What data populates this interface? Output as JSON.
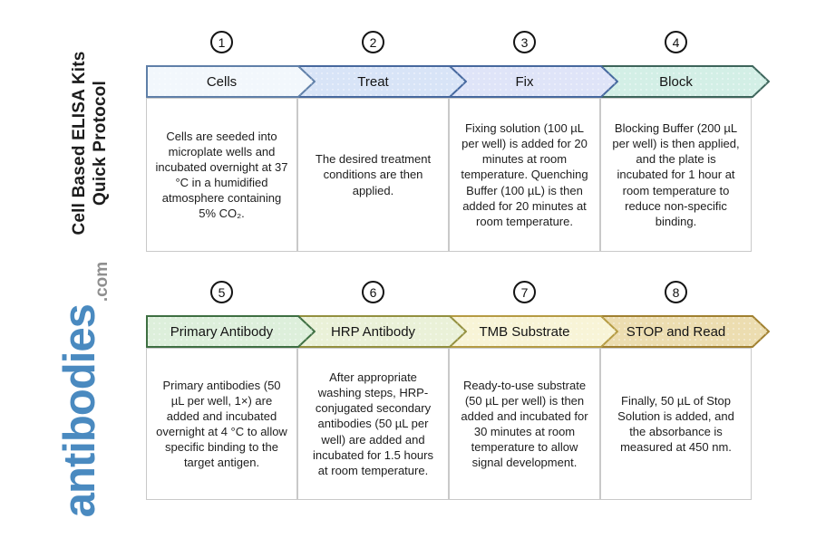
{
  "sidebar": {
    "title_line1": "Cell Based ELISA Kits",
    "title_line2": "Quick Protocol",
    "logo_main": "antibodies",
    "logo_suffix": ".com",
    "logo_color": "#4a8ac0",
    "logo_suffix_color": "#8f8f8f"
  },
  "steps": [
    {
      "number": "1",
      "label": "Cells",
      "description": "Cells are seeded into microplate wells and incubated overnight at 37 °C in a humidified atmosphere containing 5% CO₂.",
      "fill": "#f2f7fc",
      "border": "#5f7fa8"
    },
    {
      "number": "2",
      "label": "Treat",
      "description": "The desired treatment conditions are then applied.",
      "fill": "#d8e4f7",
      "border": "#46689e"
    },
    {
      "number": "3",
      "label": "Fix",
      "description": "Fixing solution (100 µL per well) is added for 20 minutes at room temperature. Quenching Buffer (100 µL) is then added for 20 minutes at room temperature.",
      "fill": "#dfe4f8",
      "border": "#46689e"
    },
    {
      "number": "4",
      "label": "Block",
      "description": "Blocking Buffer (200 µL per well) is then applied, and the plate is incubated for 1 hour at room temperature to reduce non-specific binding.",
      "fill": "#d3efe6",
      "border": "#3d655b"
    },
    {
      "number": "5",
      "label": "Primary Antibody",
      "description": "Primary antibodies (50 µL per well, 1×) are added and incubated overnight at 4 °C to allow specific binding to the target antigen.",
      "fill": "#ddefdb",
      "border": "#3e6f42"
    },
    {
      "number": "6",
      "label": "HRP Antibody",
      "description": "After appropriate washing steps, HRP-conjugated secondary antibodies (50 µL per well) are added and incubated for 1.5 hours at room temperature.",
      "fill": "#eaf1d8",
      "border": "#93903f"
    },
    {
      "number": "7",
      "label": "TMB Substrate",
      "description": "Ready-to-use substrate (50 µL per well) is then added and incubated for 30 minutes at room temperature to allow signal development.",
      "fill": "#f8f4d7",
      "border": "#b59b43"
    },
    {
      "number": "8",
      "label": "STOP and Read",
      "description": "Finally, 50 µL of Stop Solution is added, and the absorbance is measured at 450 nm.",
      "fill": "#ecddb0",
      "border": "#a08030"
    }
  ]
}
